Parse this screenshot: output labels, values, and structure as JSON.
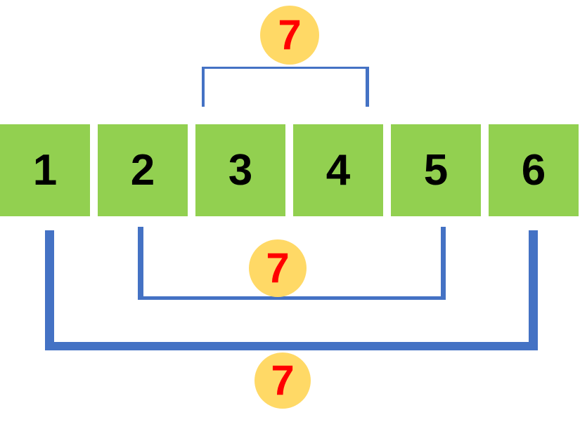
{
  "diagram": {
    "description": "Pairing diagram of numbers 1 to 6 where each bracketed pair sums to 7",
    "cells": [
      "1",
      "2",
      "3",
      "4",
      "5",
      "6"
    ],
    "pairs": [
      {
        "pair": "3+4",
        "sum": "7",
        "position": "top"
      },
      {
        "pair": "2+5",
        "sum": "7",
        "position": "middle"
      },
      {
        "pair": "1+6",
        "sum": "7",
        "position": "bottom"
      }
    ]
  },
  "colors": {
    "cell-green": "#92D050",
    "badge-yellow": "#FFD966",
    "sum-red": "#FF0000",
    "bracket-blue": "#4472C4",
    "digit-black": "#000000",
    "background": "#FFFFFF"
  }
}
